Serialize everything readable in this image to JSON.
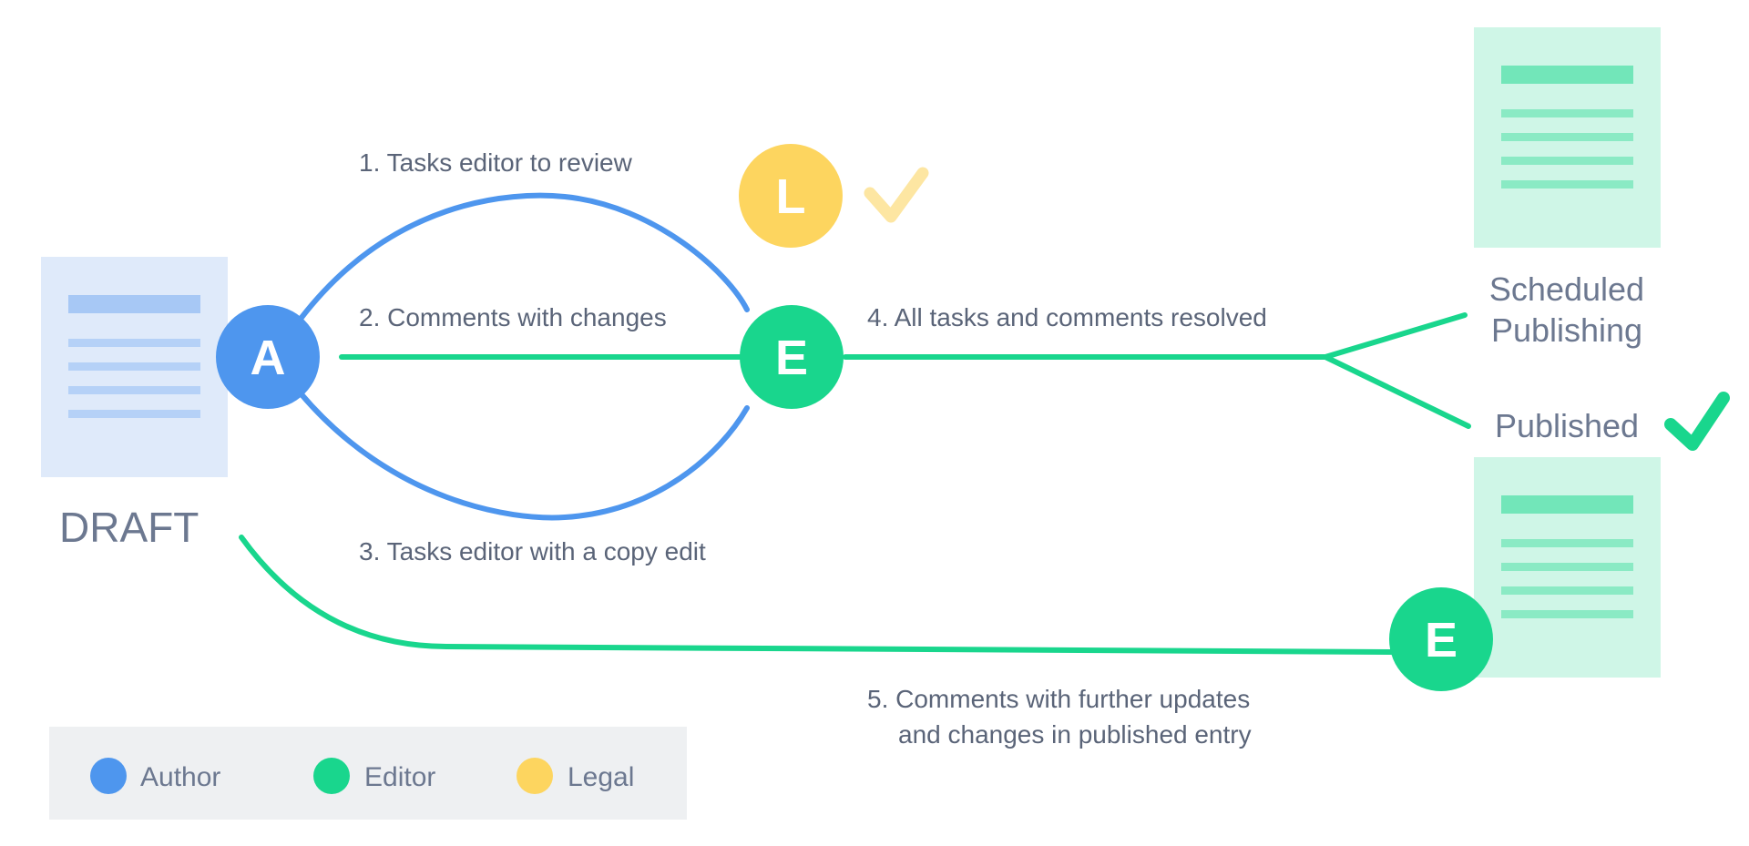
{
  "colors": {
    "author": "#4e96ee",
    "editor": "#19d68d",
    "legal": "#fdd55f",
    "text": "#5a6478"
  },
  "draft": {
    "label": "DRAFT"
  },
  "avatars": {
    "author": "A",
    "editor": "E",
    "legal": "L",
    "editor_published": "E"
  },
  "steps": {
    "s1": "1. Tasks editor to review",
    "s2": "2. Comments with changes",
    "s3": "3. Tasks editor with a copy edit",
    "s4": "4. All tasks and comments resolved",
    "s5_line1": "5. Comments with further updates",
    "s5_line2": "and changes in published entry"
  },
  "destinations": {
    "scheduled_line1": "Scheduled",
    "scheduled_line2": "Publishing",
    "published": "Published"
  },
  "legend": {
    "author": "Author",
    "editor": "Editor",
    "legal": "Legal"
  },
  "icons": [
    "document-icon",
    "check-icon",
    "arrow-icon"
  ]
}
